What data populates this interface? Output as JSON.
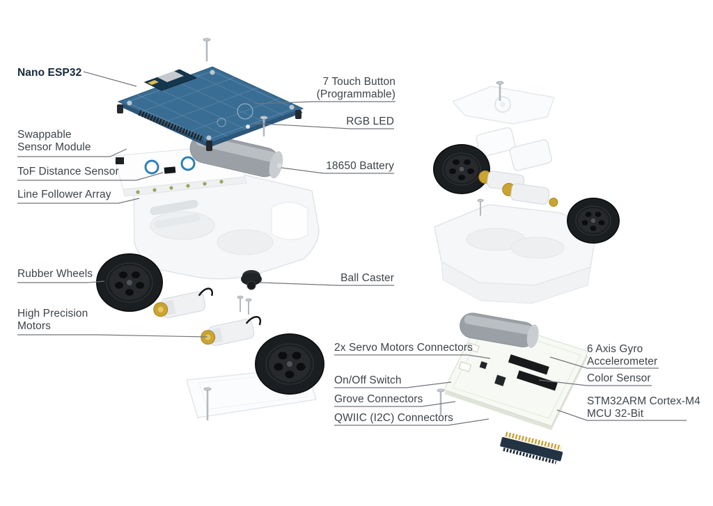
{
  "palette": {
    "background": "#ffffff",
    "label_text": "#3d4348",
    "highlight_label_text": "#16283b",
    "leader_line": "#70757a",
    "pcb_blue": "#3a6d94",
    "wheel_black": "#1b1e20",
    "gear_gold": "#c9a433",
    "battery_gray": "#9aa0a5",
    "plastic_white": "#f6f7f9"
  },
  "labels": {
    "nano_esp32": {
      "lines": [
        "Nano ESP32"
      ]
    },
    "touch_button": {
      "lines": [
        "7 Touch Button",
        "(Programmable)"
      ]
    },
    "rgb_led": {
      "lines": [
        "RGB LED"
      ]
    },
    "swappable_sensor_module": {
      "lines": [
        "Swappable",
        "Sensor Module"
      ]
    },
    "tof_distance_sensor": {
      "lines": [
        "ToF Distance Sensor"
      ]
    },
    "line_follower_array": {
      "lines": [
        "Line Follower Array"
      ]
    },
    "battery_18650": {
      "lines": [
        "18650 Battery"
      ]
    },
    "rubber_wheels": {
      "lines": [
        "Rubber Wheels"
      ]
    },
    "ball_caster": {
      "lines": [
        "Ball Caster"
      ]
    },
    "high_precision_motors": {
      "lines": [
        "High Precision",
        "Motors"
      ]
    },
    "servo_connectors": {
      "lines": [
        "2x Servo Motors Connectors"
      ]
    },
    "on_off_switch": {
      "lines": [
        "On/Off Switch"
      ]
    },
    "grove_connectors": {
      "lines": [
        "Grove Connectors"
      ]
    },
    "qwiic_connectors": {
      "lines": [
        "QWIIC (I2C) Connectors"
      ]
    },
    "gyro_accelerometer": {
      "lines": [
        "6 Axis Gyro",
        "Accelerometer"
      ]
    },
    "color_sensor": {
      "lines": [
        "Color Sensor"
      ]
    },
    "stm32_mcu": {
      "lines": [
        "STM32ARM Cortex-M4",
        "MCU 32-Bit"
      ]
    }
  }
}
